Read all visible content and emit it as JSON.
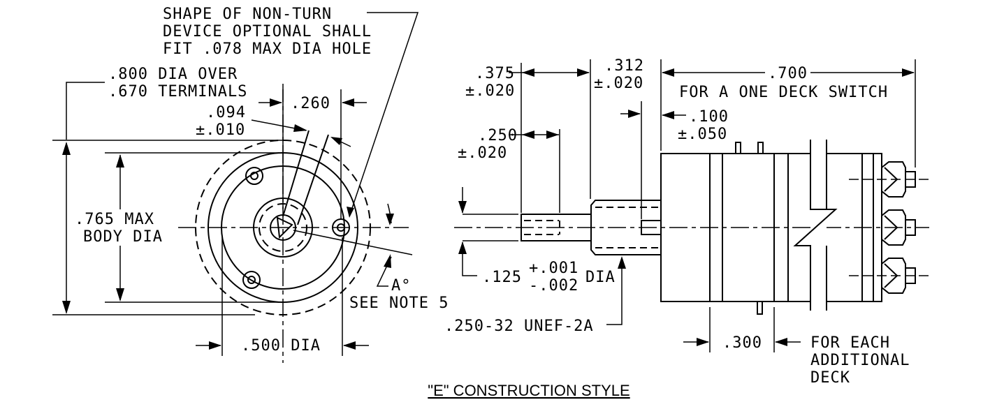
{
  "caption": "\"E\" CONSTRUCTION STYLE",
  "front_view": {
    "note_nonturn": [
      "SHAPE OF NON-TURN",
      "DEVICE OPTIONAL SHALL",
      "FIT .078 MAX DIA HOLE"
    ],
    "dim_terminals": [
      ".800 DIA OVER",
      ".670 TERMINALS"
    ],
    "dim_094": [
      ".094",
      "±.010"
    ],
    "dim_260": ".260",
    "dim_body": [
      ".765 MAX",
      "BODY DIA"
    ],
    "dim_angle": "A°",
    "note_5": "SEE NOTE 5",
    "dim_500": ".500 DIA"
  },
  "side_view": {
    "dim_375": [
      ".375",
      "±.020"
    ],
    "dim_312": [
      ".312",
      "±.020"
    ],
    "dim_700": ".700",
    "note_one_deck": "FOR A ONE DECK SWITCH",
    "dim_100": [
      ".100",
      "±.050"
    ],
    "dim_250": [
      ".250",
      "±.020"
    ],
    "dim_125": ".125",
    "tol_125": [
      "+.001",
      "-.002"
    ],
    "dia_label": "DIA",
    "thread": ".250-32 UNEF-2A",
    "dim_300": ".300",
    "note_deck": [
      "FOR EACH",
      "ADDITIONAL",
      "DECK"
    ]
  }
}
